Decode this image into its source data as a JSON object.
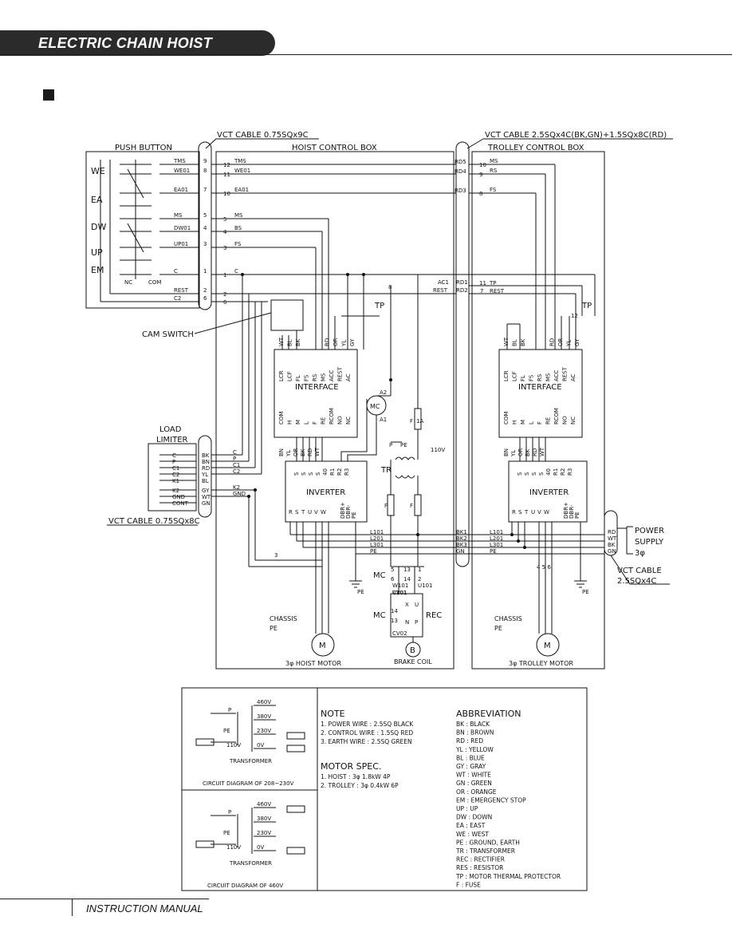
{
  "header": {
    "title": "ELECTRIC CHAIN HOIST"
  },
  "footer": {
    "title": "INSTRUCTION MANUAL"
  },
  "labels": {
    "cable_push": "VCT CABLE 0.75SQx9C",
    "cable_trolley": "VCT CABLE 2.5SQx4C(BK,GN)+1.5SQx8C(RD)",
    "push_button": "PUSH BUTTON",
    "hoist_box": "HOIST CONTROL BOX",
    "trolley_box": "TROLLEY CONTROL BOX",
    "cam_switch": "CAM SWITCH",
    "load_limiter_1": "LOAD",
    "load_limiter_2": "LIMITER",
    "cable_limiter": "VCT CABLE 0.75SQx8C",
    "interface": "INTERFACE",
    "inverter": "INVERTER",
    "power_1": "POWER",
    "power_2": "SUPPLY",
    "power_3": "3φ",
    "vct_cable": "VCT CABLE",
    "vct_cable_spec": "2.5SQx4C",
    "chassis": "CHASSIS",
    "pe": "PE",
    "hoist_motor": "3φ HOIST MOTOR",
    "trolley_motor": "3φ TROLLEY MOTOR",
    "brake_coil": "BRAKE COIL",
    "rec": "REC",
    "mc": "MC",
    "tr": "TR",
    "tp": "TP",
    "f": "F",
    "m": "M",
    "b": "B"
  },
  "buttons": [
    "WE",
    "EA",
    "DW",
    "UP",
    "EM"
  ],
  "note": {
    "title": "NOTE",
    "lines": [
      "1. POWER WIRE : 2.5SQ BLACK",
      "2. CONTROL WIRE : 1.5SQ RED",
      "3. EARTH WIRE : 2.5SQ GREEN"
    ]
  },
  "motor_spec": {
    "title": "MOTOR SPEC.",
    "lines": [
      "1. HOIST : 3φ 1.8kW 4P",
      "2. TROLLEY : 3φ 0.4kW 6P"
    ]
  },
  "abbreviation": {
    "title": "ABBREVIATION",
    "lines": [
      "BK : BLACK",
      "BN : BROWN",
      "RD : RED",
      "YL : YELLOW",
      "BL : BLUE",
      "GY : GRAY",
      "WT : WHITE",
      "GN : GREEN",
      "OR : ORANGE",
      "EM : EMERGENCY STOP",
      "UP : UP",
      "DW : DOWN",
      "EA : EAST",
      "WE : WEST",
      "PE : GROUND, EARTH",
      "TR : TRANSFORMER",
      "REC : RECTIFIER",
      "RES : RESISTOR",
      "TP : MOTOR THERMAL PROTECTOR",
      "F : FUSE"
    ]
  },
  "transformer": {
    "label": "TRANSFORMER",
    "caption_1": "CIRCUIT DIAGRAM OF 208~230V",
    "caption_2": "CIRCUIT DIAGRAM OF 460V",
    "taps": [
      "460V",
      "380V",
      "230V",
      "0V"
    ],
    "p": "P",
    "pe": "PE",
    "v110": "110V"
  },
  "wires_left": [
    "TMS",
    "WE01",
    "EA01",
    "MS",
    "DW01",
    "UP01",
    "C",
    "REST",
    "C2"
  ],
  "wires_left_num": [
    "9",
    "8",
    "7",
    "5",
    "4",
    "3",
    "1",
    "2",
    "6"
  ],
  "terminals_hoist": [
    "12",
    "11",
    "10",
    "5",
    "4",
    "3",
    "1",
    "2",
    "6"
  ],
  "wires_hoist": [
    "TMS",
    "WE01",
    "EA01",
    "MS",
    "BS",
    "FS",
    "C",
    "",
    ""
  ],
  "wires_trolley_left": [
    "RD5",
    "RD4",
    "RD3"
  ],
  "wires_trolley_term": [
    "10",
    "9",
    "8"
  ],
  "wires_trolley_name": [
    "MS",
    "RS",
    "FS"
  ],
  "interface_top": [
    "LCR",
    "LCF",
    "FL",
    "FS",
    "RS",
    "MS",
    "ACC",
    "REST",
    "AC"
  ],
  "interface_bottom": [
    "COM",
    "H",
    "M",
    "L",
    "F",
    "RE",
    "RCOM",
    "NO",
    "NC"
  ],
  "interface_wire_colors_top": [
    "WT",
    "BL",
    "BK",
    "RD",
    "OR",
    "YL",
    "GY"
  ],
  "interface_wire_colors_bottom": [
    "BN",
    "YL",
    "OR",
    "BK",
    "RD",
    "WT"
  ],
  "inverter_top": [
    "S",
    "S",
    "S",
    "S",
    "40",
    "R1",
    "R2",
    "R3"
  ],
  "inverter_bottom": [
    "R",
    "S",
    "T",
    "U",
    "V",
    "W",
    "DBR+",
    "DBR-",
    "PE"
  ],
  "limiter_pins": [
    "C",
    "P",
    "C1",
    "C2",
    "K1",
    "K2",
    "GND",
    "CONT"
  ],
  "limiter_colors": [
    "BK",
    "BN",
    "RD",
    "YL",
    "BL",
    "GY",
    "WT",
    "GN"
  ],
  "limiter_wires": [
    "C",
    "P",
    "C1",
    "C2",
    "",
    "K2",
    "GND",
    ""
  ],
  "power_lines": [
    "L101",
    "L201",
    "L301",
    "PE"
  ],
  "power_colors": [
    "RD",
    "WT",
    "BK",
    "GN"
  ],
  "power_bk": [
    "BK1",
    "BK2",
    "BK3",
    "GN"
  ],
  "misc": {
    "ac1": "AC1",
    "rd1": "RD1",
    "rest": "REST",
    "rd2": "RD2",
    "tp_t": "TP",
    "rest_t": "REST",
    "t11": "11",
    "t7": "7",
    "t8": "8",
    "t12": "12",
    "v110": "110V",
    "a1": "A1",
    "a2": "A2",
    "w101": "W101",
    "v101": "V101",
    "u101": "U101",
    "cv01": "CV01",
    "cv02": "CV02",
    "n5": "5",
    "n13": "13",
    "n1": "1",
    "n6": "6",
    "n14": "14",
    "n2": "2",
    "n14b": "14",
    "n13b": "13",
    "nc": "NC",
    "com": "COM",
    "t1a": "1A",
    "p": "P",
    "pe": "PE",
    "x": "X",
    "u": "U",
    "n": "N",
    "pp": "P",
    "n456": "4 5 6"
  }
}
